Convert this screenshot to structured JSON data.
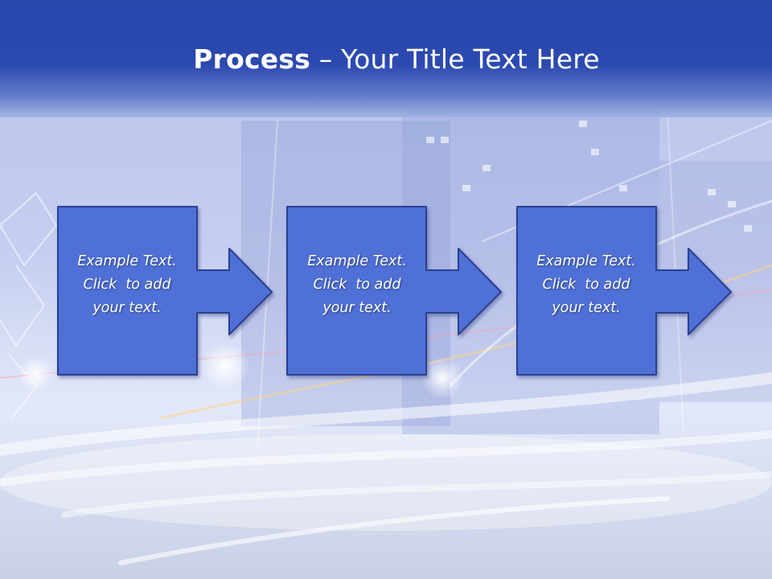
{
  "slide": {
    "title_bold": "Process",
    "title_rest": " – Your Title Text Here"
  },
  "steps": [
    {
      "line1": "Example Text.",
      "line2": "Click  to add",
      "line3": "your text."
    },
    {
      "line1": "Example Text.",
      "line2": "Click  to add",
      "line3": "your text."
    },
    {
      "line1": "Example Text.",
      "line2": "Click  to add",
      "line3": "your text."
    }
  ],
  "colors": {
    "header": "#2b49b0",
    "box_fill": "#4f6fd6",
    "box_border": "#2c3f8f",
    "text": "#ffffff"
  }
}
